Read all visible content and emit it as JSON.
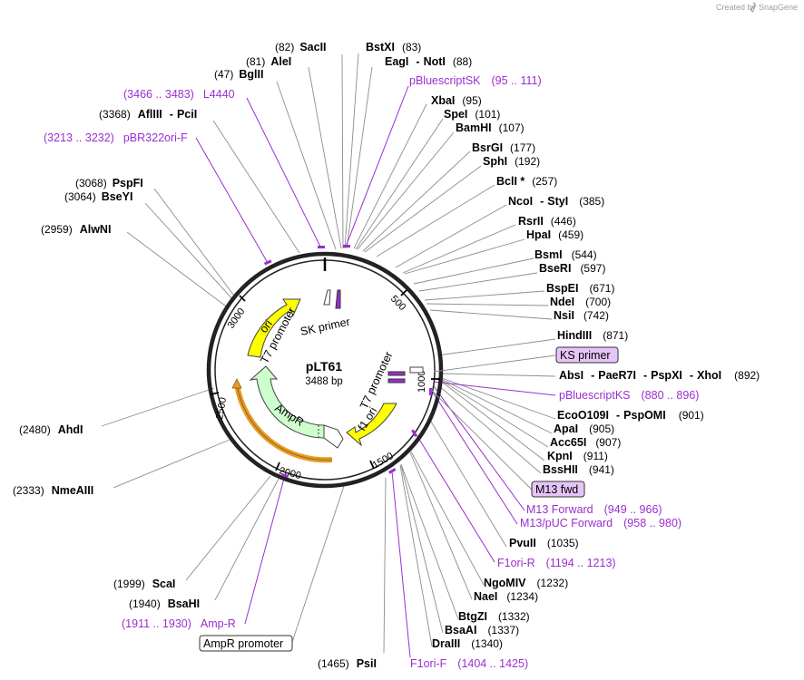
{
  "credit": {
    "prefix": "Created by",
    "brand": "SnapGene"
  },
  "plasmid": {
    "name": "pLT61",
    "size": "3488 bp"
  },
  "ticks": [
    "500",
    "1000",
    "1500",
    "2000",
    "2500",
    "3000"
  ],
  "colors": {
    "primer": "#9a2ecf",
    "promoter_feature": "#ffff00",
    "ampr": "#ccffcc",
    "promoter_orange": "#e59b24"
  },
  "features": {
    "ori": "ori",
    "f1ori": "f1 ori",
    "ampr": "AmpR",
    "t7_left": "T7 promoter",
    "t7_right": "T7 promoter",
    "sk_primer_arc": "SK primer"
  },
  "enzymes_left": [
    {
      "id": "sacii",
      "name": "SacII",
      "pos": "(82)"
    },
    {
      "id": "alei",
      "name": "AleI",
      "pos": "(81)"
    },
    {
      "id": "bglii",
      "name": "BglII",
      "pos": "(47)"
    },
    {
      "id": "afliii",
      "name": "AflIII",
      "sep": "-",
      "name2": "PciI",
      "pos": "(3368)"
    },
    {
      "id": "pspfi",
      "name": "PspFI",
      "pos": "(3068)"
    },
    {
      "id": "bseyi",
      "name": "BseYI",
      "pos": "(3064)"
    },
    {
      "id": "alwni",
      "name": "AlwNI",
      "pos": "(2959)"
    },
    {
      "id": "ahdi",
      "name": "AhdI",
      "pos": "(2480)"
    },
    {
      "id": "nmeaiii",
      "name": "NmeAIII",
      "pos": "(2333)"
    },
    {
      "id": "scai",
      "name": "ScaI",
      "pos": "(1999)"
    },
    {
      "id": "bsahi",
      "name": "BsaHI",
      "pos": "(1940)"
    },
    {
      "id": "psii",
      "name": "PsiI",
      "pos": "(1465)"
    }
  ],
  "enzymes_right": [
    {
      "id": "bstxi",
      "name": "BstXI",
      "pos": "(83)"
    },
    {
      "id": "eagi",
      "name": "EagI",
      "sep": "-",
      "name2": "NotI",
      "pos": "(88)"
    },
    {
      "id": "xbai",
      "name": "XbaI",
      "pos": "(95)"
    },
    {
      "id": "spei",
      "name": "SpeI",
      "pos": "(101)"
    },
    {
      "id": "bamhi",
      "name": "BamHI",
      "pos": "(107)"
    },
    {
      "id": "bsrgi",
      "name": "BsrGI",
      "pos": "(177)"
    },
    {
      "id": "sphi",
      "name": "SphI",
      "pos": "(192)"
    },
    {
      "id": "bcli",
      "name": "BclI *",
      "pos": "(257)"
    },
    {
      "id": "ncoi",
      "name": "NcoI",
      "sep": "-",
      "name2": "StyI",
      "pos": "(385)"
    },
    {
      "id": "rsrii",
      "name": "RsrII",
      "pos": "(446)"
    },
    {
      "id": "hpai",
      "name": "HpaI",
      "pos": "(459)"
    },
    {
      "id": "bsmi",
      "name": "BsmI",
      "pos": "(544)"
    },
    {
      "id": "bseri",
      "name": "BseRI",
      "pos": "(597)"
    },
    {
      "id": "bspei",
      "name": "BspEI",
      "pos": "(671)"
    },
    {
      "id": "ndei",
      "name": "NdeI",
      "pos": "(700)"
    },
    {
      "id": "nsii",
      "name": "NsiI",
      "pos": "(742)"
    },
    {
      "id": "hindiii",
      "name": "HindIII",
      "pos": "(871)"
    },
    {
      "id": "absi",
      "name": "AbsI",
      "sep": "-",
      "name2": "PaeR7I",
      "sep2": "-",
      "name3": "PspXI",
      "sep3": "-",
      "name4": "XhoI",
      "pos": "(892)"
    },
    {
      "id": "ecoo109i",
      "name": "EcoO109I",
      "sep": "-",
      "name2": "PspOMI",
      "pos": "(901)"
    },
    {
      "id": "apai",
      "name": "ApaI",
      "pos": "(905)"
    },
    {
      "id": "acc65i",
      "name": "Acc65I",
      "pos": "(907)"
    },
    {
      "id": "kpni",
      "name": "KpnI",
      "pos": "(911)"
    },
    {
      "id": "bsshii",
      "name": "BssHII",
      "pos": "(941)"
    },
    {
      "id": "pvuii",
      "name": "PvuII",
      "pos": "(1035)"
    },
    {
      "id": "ngomiv",
      "name": "NgoMIV",
      "pos": "(1232)"
    },
    {
      "id": "naei",
      "name": "NaeI",
      "pos": "(1234)"
    },
    {
      "id": "btgzi",
      "name": "BtgZI",
      "pos": "(1332)"
    },
    {
      "id": "bsaai",
      "name": "BsaAI",
      "pos": "(1337)"
    },
    {
      "id": "draiii",
      "name": "DraIII",
      "pos": "(1340)"
    }
  ],
  "primers": [
    {
      "id": "pbluescriptsk",
      "name": "pBluescriptSK",
      "range": "(95 .. 111)"
    },
    {
      "id": "l4440",
      "range": "(3466 .. 3483)",
      "name": "L4440"
    },
    {
      "id": "pbr322ori",
      "range": "(3213 .. 3232)",
      "name": "pBR322ori-F"
    },
    {
      "id": "pbluescriptks",
      "name": "pBluescriptKS",
      "range": "(880 .. 896)"
    },
    {
      "id": "m13forward",
      "name": "M13 Forward",
      "range": "(949 .. 966)"
    },
    {
      "id": "m13puc",
      "name": "M13/pUC Forward",
      "range": "(958 .. 980)"
    },
    {
      "id": "f1orir",
      "name": "F1ori-R",
      "range": "(1194 .. 1213)"
    },
    {
      "id": "ampr",
      "range": "(1911 .. 1930)",
      "name": "Amp-R"
    },
    {
      "id": "f1orif",
      "name": "F1ori-F",
      "range": "(1404 .. 1425)"
    }
  ],
  "boxed_labels": {
    "ks_primer": "KS primer",
    "m13_fwd": "M13 fwd",
    "ampr_promoter": "AmpR promoter"
  }
}
